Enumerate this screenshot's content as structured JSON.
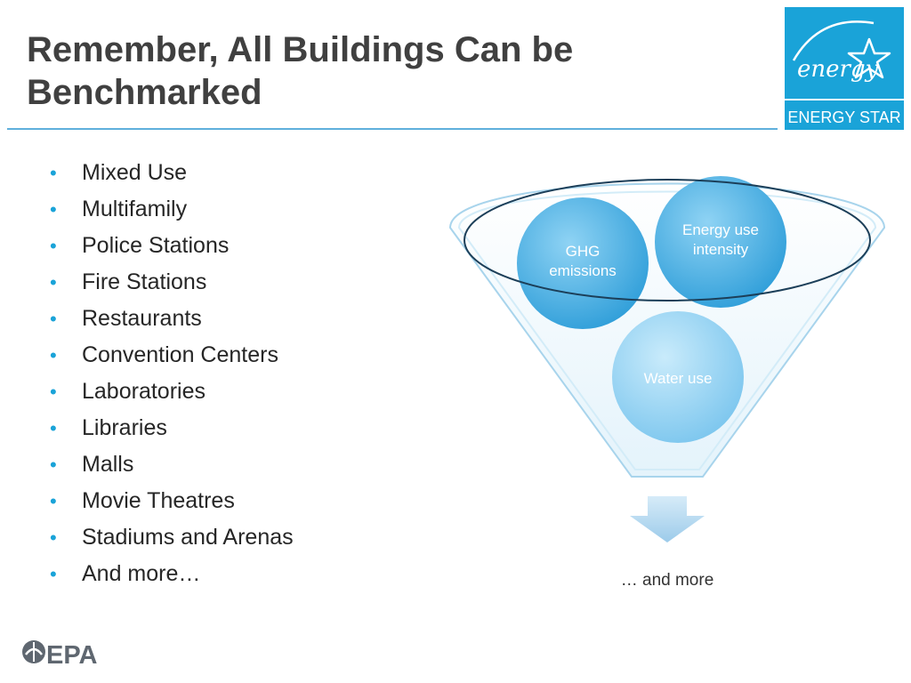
{
  "slide": {
    "title": "Remember, All Buildings Can be Benchmarked",
    "bullets": [
      "Mixed Use",
      "Multifamily",
      "Police Stations",
      "Fire Stations",
      "Restaurants",
      "Convention Centers",
      "Laboratories",
      "Libraries",
      "Malls",
      "Movie Theatres",
      "Stadiums and Arenas",
      "And more…"
    ]
  },
  "funnel": {
    "circles": {
      "ghg": [
        "GHG",
        "emissions"
      ],
      "energy": [
        "Energy use",
        "intensity"
      ],
      "water": [
        "Water use"
      ]
    },
    "caption": "… and more"
  },
  "logos": {
    "energy_star_script": "energy",
    "energy_star_label": "ENERGY STAR",
    "epa_label": "EPA"
  },
  "colors": {
    "accent_blue": "#1aa3d8",
    "title_gray": "#404040",
    "rule_blue": "#5fb0dc"
  }
}
